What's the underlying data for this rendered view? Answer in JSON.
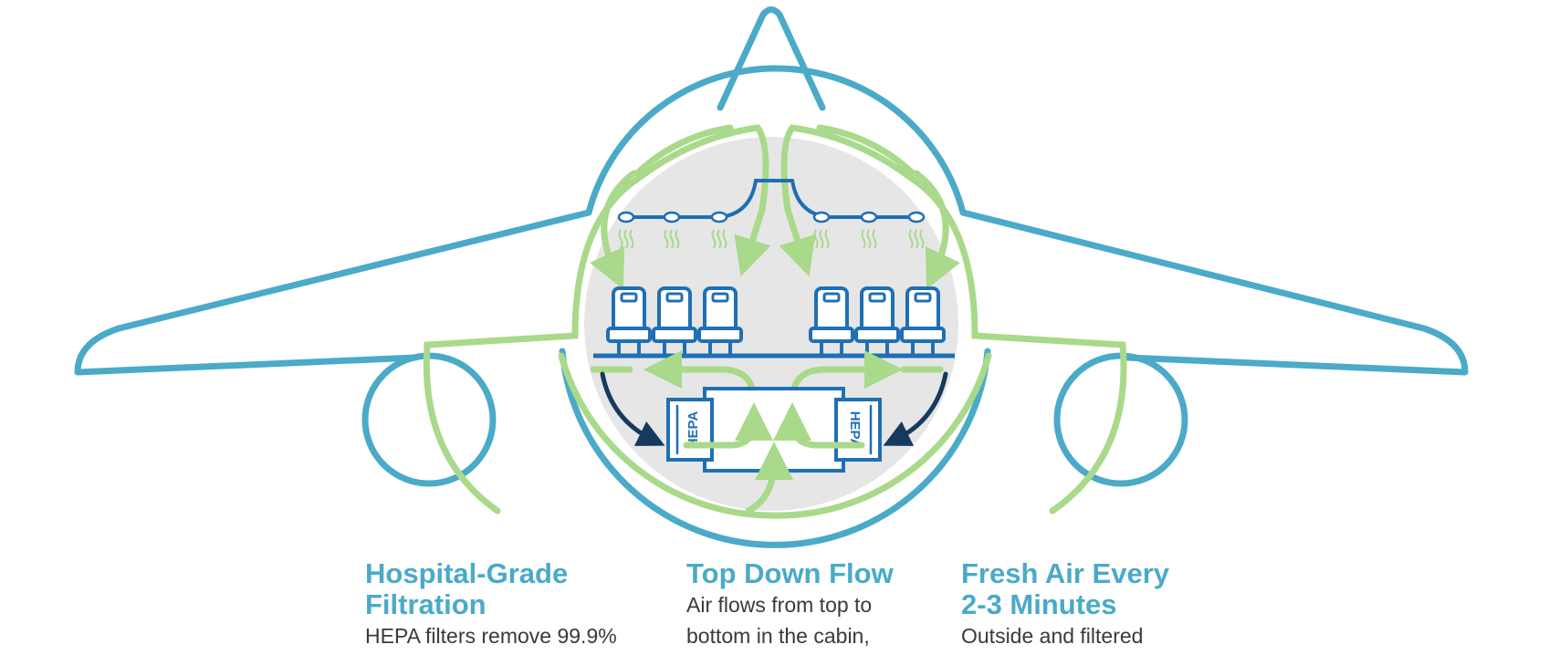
{
  "colors": {
    "plane_outline": "#4aaac8",
    "airflow": "#a9d98a",
    "cabin_fixtures": "#1f6fb5",
    "exhaust_arrow": "#153a5e",
    "cabin_background": "#e6e6e6"
  },
  "icons": [
    "airplane-silhouette",
    "seat-icon",
    "air-vent-icon",
    "hepa-filter-icon",
    "airflow-arrow-icon"
  ],
  "diagram": {
    "filter_label_left": "HEPA",
    "filter_label_right": "HEPA"
  },
  "captions": [
    {
      "title_line1": "Hospital-Grade",
      "title_line2": "Filtration",
      "body_line1": "HEPA filters remove 99.9%"
    },
    {
      "title_line1": "Top Down Flow",
      "body_line1": "Air flows from top to",
      "body_line2": "bottom in the cabin,"
    },
    {
      "title_line1": "Fresh Air Every",
      "title_line2": "2-3 Minutes",
      "body_line1": "Outside and filtered"
    }
  ]
}
